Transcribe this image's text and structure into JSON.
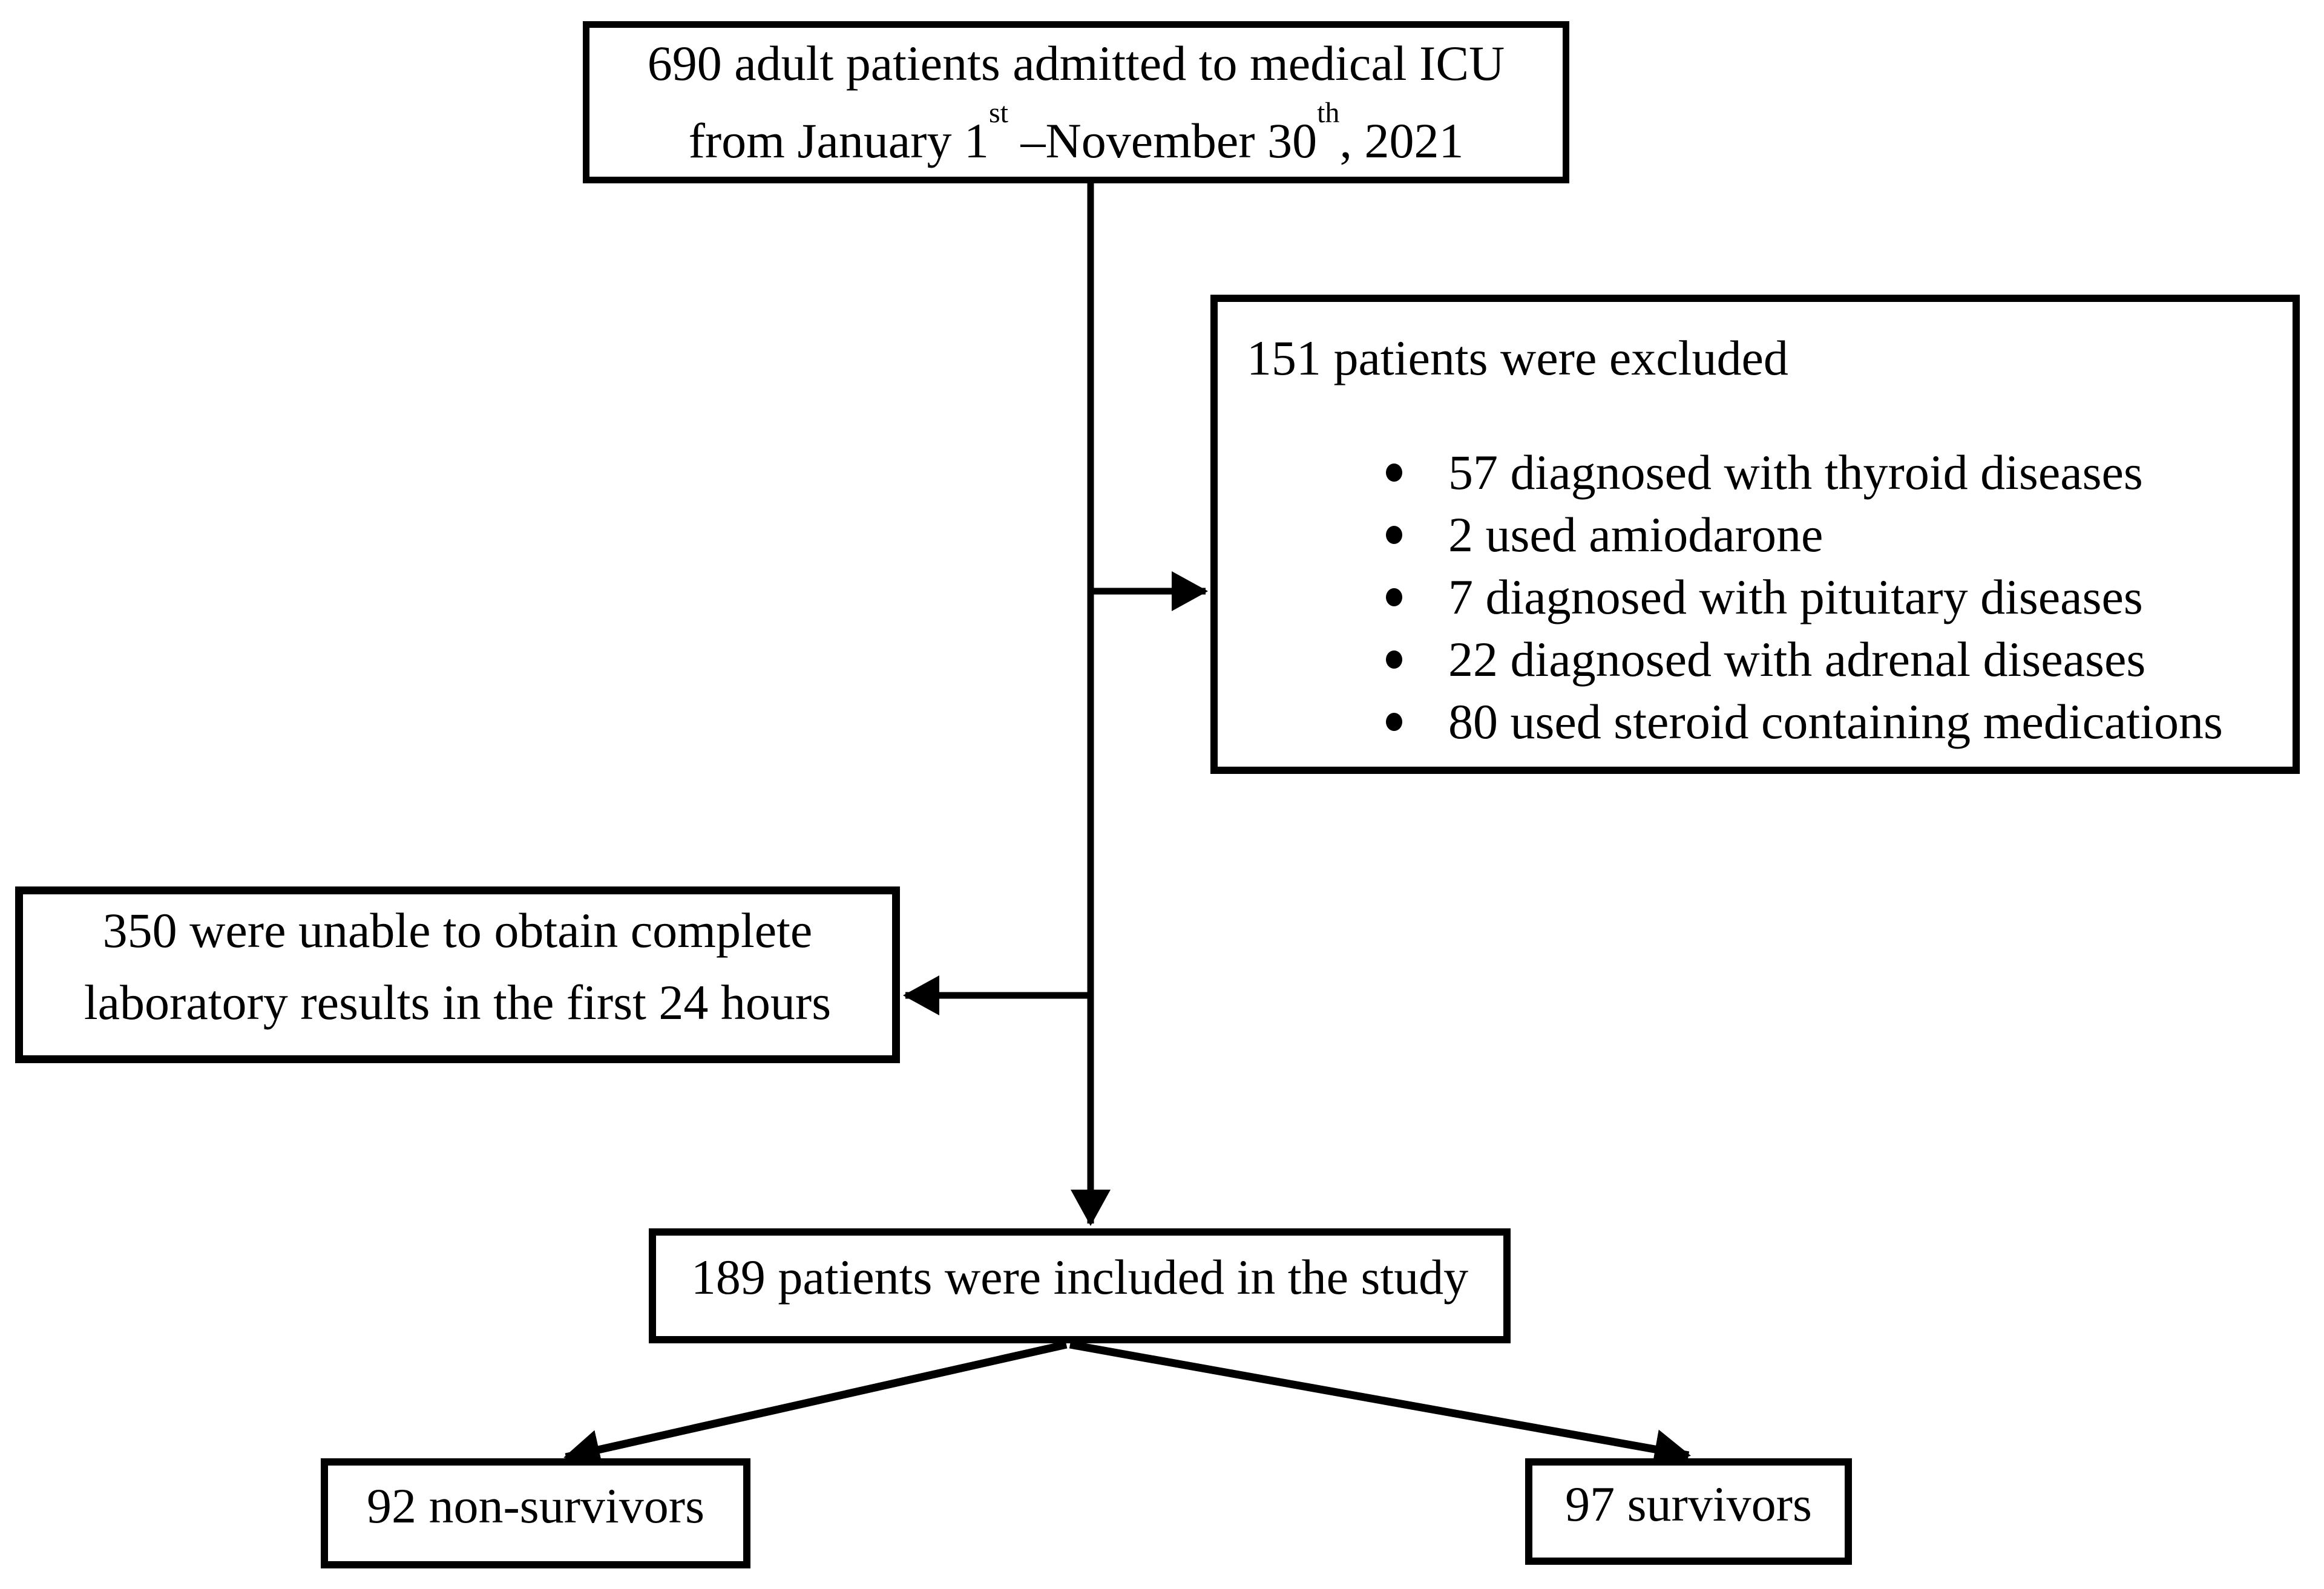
{
  "diagram": {
    "admitted_box": {
      "line1": "690 adult patients admitted to medical ICU",
      "line2": {
        "part1": "from January 1",
        "sup1": "st",
        "part2": " –November 30",
        "sup2": "th",
        "part3": ", 2021"
      }
    },
    "excluded_box": {
      "title": "151 patients were excluded",
      "items": [
        "57 diagnosed with thyroid diseases",
        "2 used amiodarone",
        "7 diagnosed with pituitary diseases",
        "22 diagnosed with adrenal diseases",
        "80 used steroid containing medications"
      ]
    },
    "lab_box": {
      "line1": "350 were unable to obtain complete",
      "line2": "laboratory results in the first 24 hours"
    },
    "included_box": {
      "text": "189 patients were included in the study"
    },
    "nonsurvivors_box": {
      "text": "92 non-survivors"
    },
    "survivors_box": {
      "text": "97 survivors"
    }
  },
  "colors": {
    "line": "#000000",
    "background": "#ffffff"
  }
}
